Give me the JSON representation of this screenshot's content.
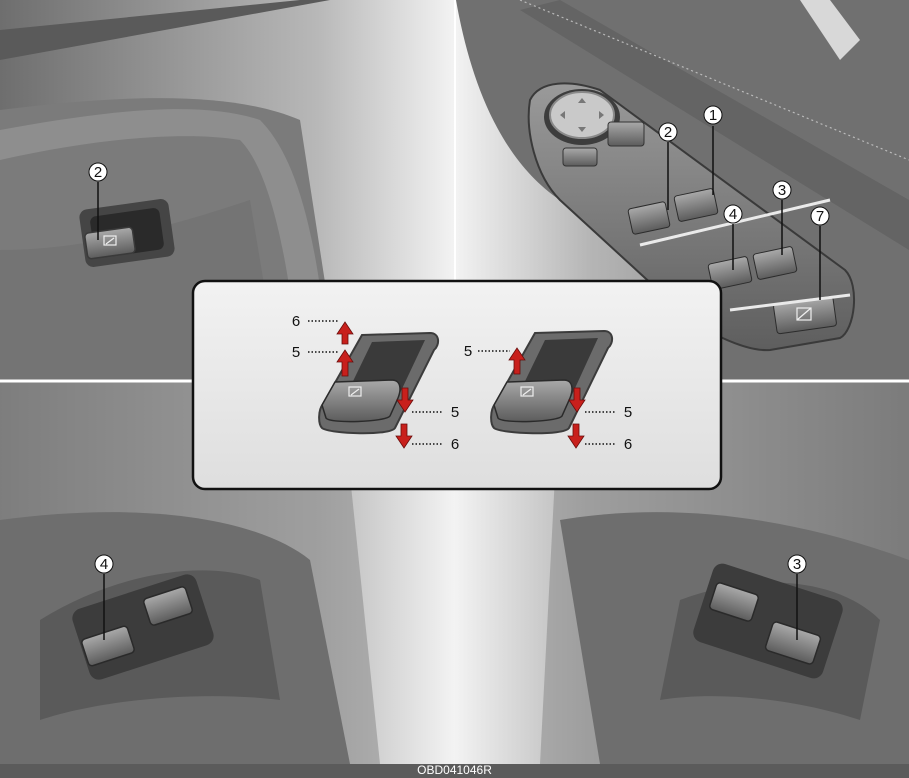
{
  "callouts": {
    "front_left_switch": "2",
    "driver_panel_1": "1",
    "driver_panel_2": "2",
    "driver_panel_3": "3",
    "driver_panel_4": "4",
    "driver_panel_7": "7",
    "rear_left_switch": "4",
    "rear_right_switch": "3"
  },
  "inset": {
    "left_switch_labels": {
      "pull_far": "6",
      "pull_near": "5",
      "push_near": "5",
      "push_far": "6"
    },
    "right_switch_labels": {
      "pull_near": "5",
      "push_near": "5",
      "push_far": "6"
    }
  },
  "caption": "OBD041046R",
  "colors": {
    "arrow_red": "#c8201c",
    "panel_grey": "#8a8a8a",
    "background_light": "#e6e6e6"
  },
  "icons": [
    "window-glyph-icon",
    "lock-glyph-icon",
    "mirror-knob-icon",
    "window-lock-icon"
  ]
}
